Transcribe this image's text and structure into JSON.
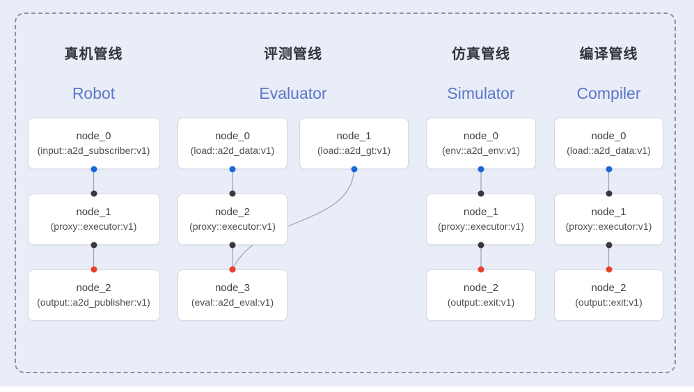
{
  "diagram": {
    "pipelines": [
      {
        "key": "robot",
        "title_zh": "真机管线",
        "title_en": "Robot",
        "nodes": [
          {
            "name": "node_0",
            "type": "(input::a2d_subscriber:v1)"
          },
          {
            "name": "node_1",
            "type": "(proxy::executor:v1)"
          },
          {
            "name": "node_2",
            "type": "(output::a2d_publisher:v1)"
          }
        ]
      },
      {
        "key": "evaluator",
        "title_zh": "评测管线",
        "title_en": "Evaluator",
        "nodes": [
          {
            "name": "node_0",
            "type": "(load::a2d_data:v1)"
          },
          {
            "name": "node_1",
            "type": "(load::a2d_gt:v1)"
          },
          {
            "name": "node_2",
            "type": "(proxy::executor:v1)"
          },
          {
            "name": "node_3",
            "type": "(eval::a2d_eval:v1)"
          }
        ]
      },
      {
        "key": "simulator",
        "title_zh": "仿真管线",
        "title_en": "Simulator",
        "nodes": [
          {
            "name": "node_0",
            "type": "(env::a2d_env:v1)"
          },
          {
            "name": "node_1",
            "type": "(proxy::executor:v1)"
          },
          {
            "name": "node_2",
            "type": "(output::exit:v1)"
          }
        ]
      },
      {
        "key": "compiler",
        "title_zh": "编译管线",
        "title_en": "Compiler",
        "nodes": [
          {
            "name": "node_0",
            "type": "(load::a2d_data:v1)"
          },
          {
            "name": "node_1",
            "type": "(proxy::executor:v1)"
          },
          {
            "name": "node_2",
            "type": "(output::exit:v1)"
          }
        ]
      }
    ],
    "edges": [
      {
        "pipeline": "robot",
        "from": "node_0",
        "to": "node_1",
        "style": "straight",
        "from_port": "blue",
        "to_port": "dark"
      },
      {
        "pipeline": "robot",
        "from": "node_1",
        "to": "node_2",
        "style": "straight",
        "from_port": "dark",
        "to_port": "red"
      },
      {
        "pipeline": "evaluator",
        "from": "node_0",
        "to": "node_2",
        "style": "straight",
        "from_port": "blue",
        "to_port": "dark"
      },
      {
        "pipeline": "evaluator",
        "from": "node_2",
        "to": "node_3",
        "style": "straight",
        "from_port": "dark",
        "to_port": "red"
      },
      {
        "pipeline": "evaluator",
        "from": "node_1",
        "to": "node_3",
        "style": "curve",
        "from_port": "blue",
        "to_port": "red"
      },
      {
        "pipeline": "simulator",
        "from": "node_0",
        "to": "node_1",
        "style": "straight",
        "from_port": "blue",
        "to_port": "dark"
      },
      {
        "pipeline": "simulator",
        "from": "node_1",
        "to": "node_2",
        "style": "straight",
        "from_port": "dark",
        "to_port": "red"
      },
      {
        "pipeline": "compiler",
        "from": "node_0",
        "to": "node_1",
        "style": "straight",
        "from_port": "blue",
        "to_port": "dark"
      },
      {
        "pipeline": "compiler",
        "from": "node_1",
        "to": "node_2",
        "style": "straight",
        "from_port": "dark",
        "to_port": "red"
      }
    ],
    "colors": {
      "background": "#e9edf8",
      "dashed_border": "#8d9199",
      "node_background": "#ffffff",
      "node_border": "#d6d8dd",
      "title_zh_color": "#32343a",
      "title_en_color": "#5b76c6",
      "port_blue": "#1a66dc",
      "port_dark": "#3a3a3c",
      "port_red": "#e8402d",
      "edge_line": "#9fa7b6"
    }
  }
}
